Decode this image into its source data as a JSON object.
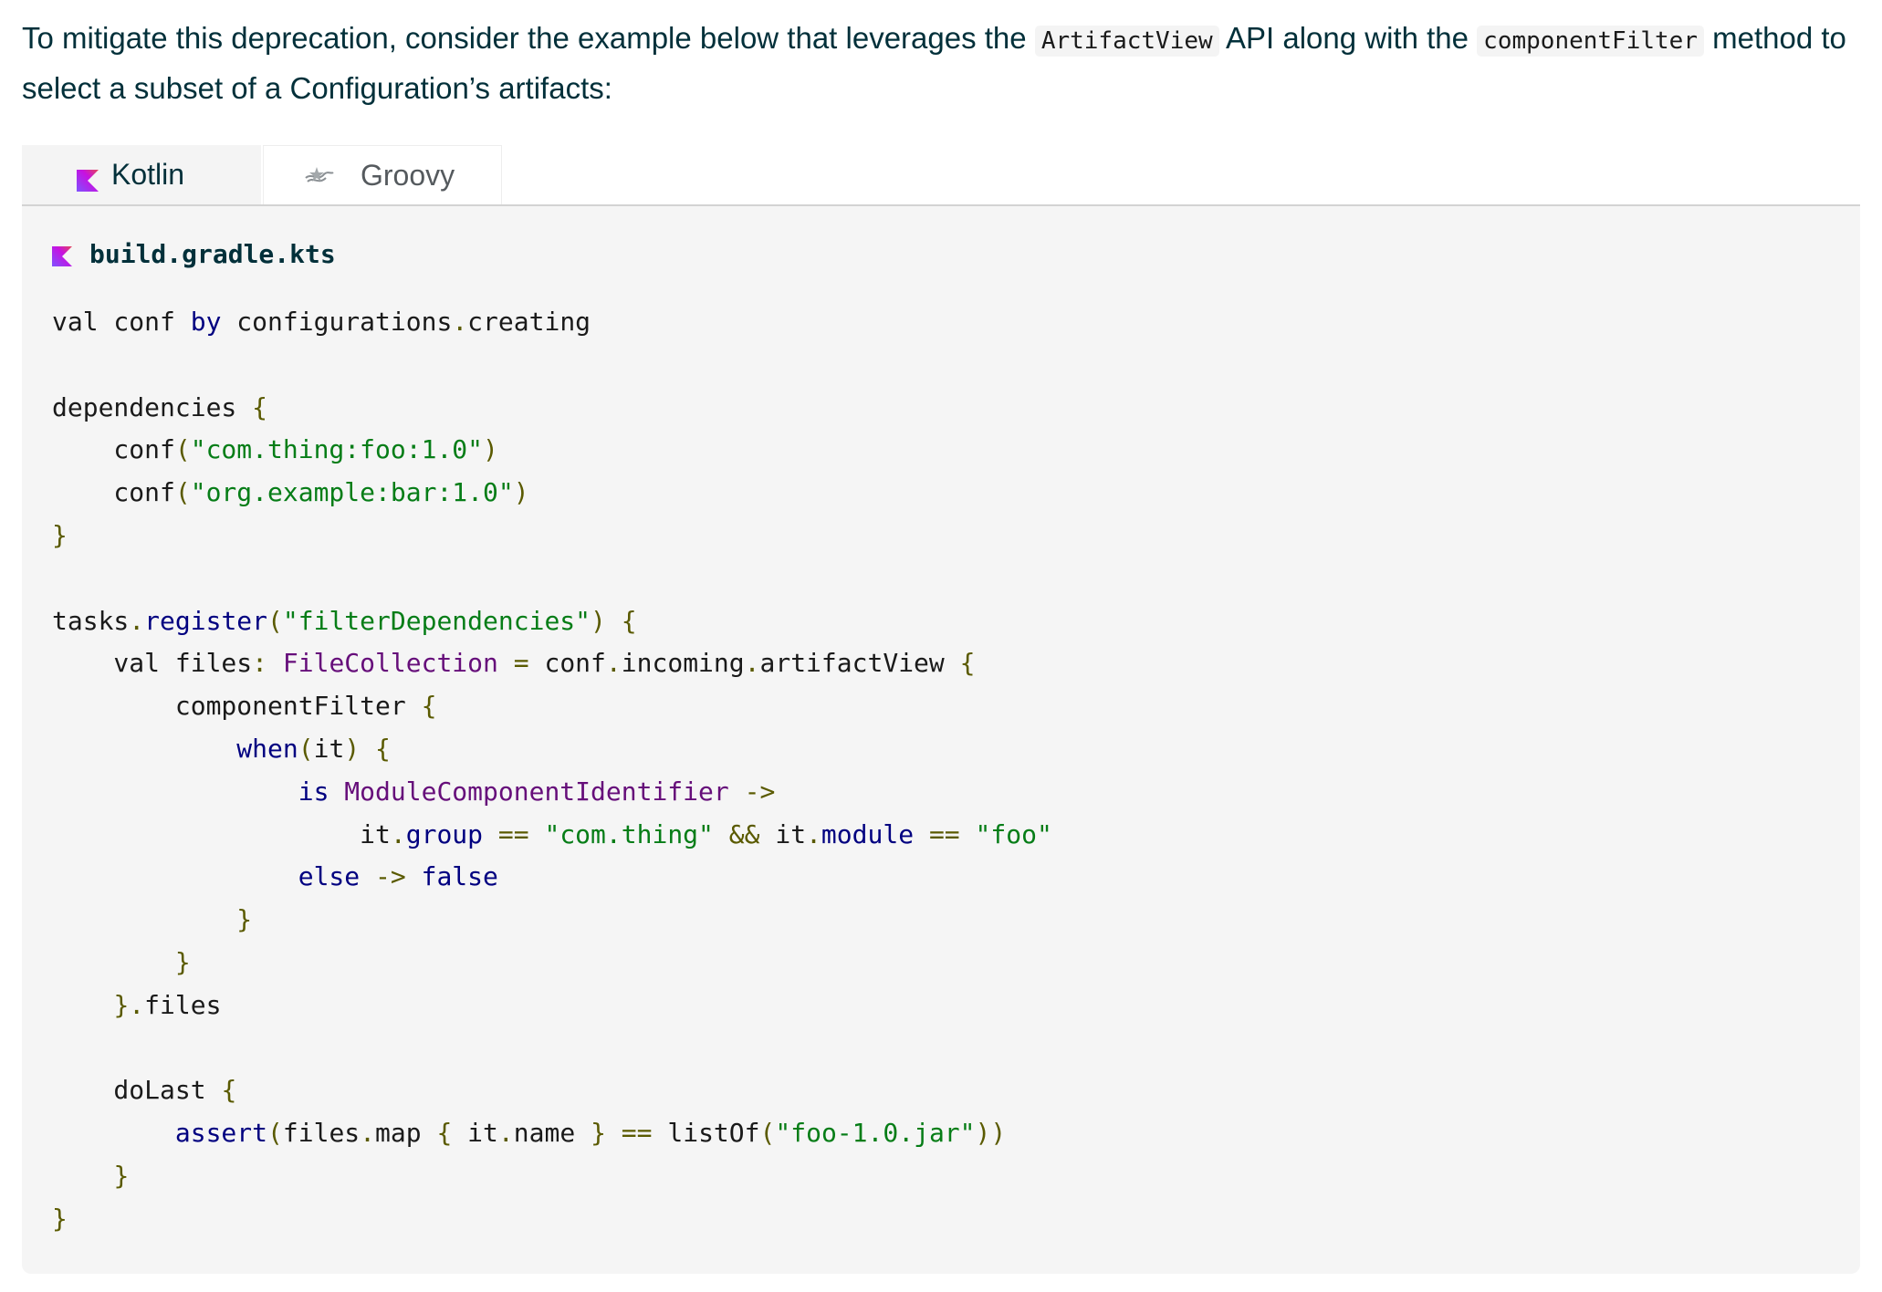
{
  "intro": {
    "text_1": "To mitigate this deprecation, consider the example below that leverages the ",
    "code_1": "ArtifactView",
    "text_2": " API along with the ",
    "code_2": "componentFilter",
    "text_3": " method to select a subset of a Configuration’s artifacts:"
  },
  "tabs": [
    {
      "label": "Kotlin",
      "icon": "kotlin-icon",
      "active": true
    },
    {
      "label": "Groovy",
      "icon": "groovy-icon",
      "active": false
    }
  ],
  "file": {
    "name": "build.gradle.kts",
    "icon": "kotlin-icon"
  },
  "code_lines": [
    "val conf by configurations.creating",
    "",
    "dependencies {",
    "    conf(\"com.thing:foo:1.0\")",
    "    conf(\"org.example:bar:1.0\")",
    "}",
    "",
    "tasks.register(\"filterDependencies\") {",
    "    val files: FileCollection = conf.incoming.artifactView {",
    "        componentFilter {",
    "            when(it) {",
    "                is ModuleComponentIdentifier ->",
    "                    it.group == \"com.thing\" && it.module == \"foo\"",
    "                else -> false",
    "            }",
    "        }",
    "    }.files",
    "",
    "    doLast {",
    "        assert(files.map { it.name } == listOf(\"foo-1.0.jar\"))",
    "    }",
    "}"
  ],
  "colors": {
    "text": "#02303a",
    "code_bg": "#f5f5f5",
    "keyword": "#000080",
    "type": "#660e7a",
    "string": "#067d17",
    "kotlin_gradient_start": "#7f52ff",
    "kotlin_gradient_end": "#e44857"
  }
}
